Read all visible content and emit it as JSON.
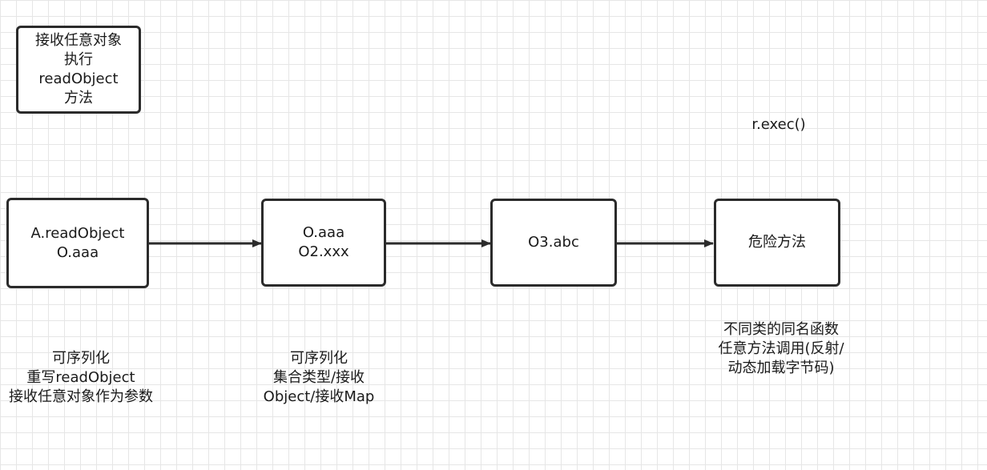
{
  "legend_box": {
    "lines": [
      "接收任意对象",
      "执行",
      "readObject",
      "方法"
    ]
  },
  "floating_label": "r.exec()",
  "nodes": [
    {
      "lines": [
        "A.readObject",
        "O.aaa"
      ]
    },
    {
      "lines": [
        "O.aaa",
        "O2.xxx"
      ]
    },
    {
      "lines": [
        "O3.abc"
      ]
    },
    {
      "lines": [
        "危险方法"
      ]
    }
  ],
  "notes": [
    {
      "lines": [
        "可序列化",
        "重写readObject",
        "接收任意对象作为参数"
      ]
    },
    {
      "lines": [
        "可序列化",
        "集合类型/接收",
        "Object/接收Map"
      ]
    },
    {
      "lines": [
        "不同类的同名函数",
        "任意方法调用(反射/",
        "动态加载字节码)"
      ]
    }
  ],
  "colors": {
    "stroke": "#2b2b2b",
    "grid": "#e6e6e6",
    "background": "#ffffff"
  }
}
